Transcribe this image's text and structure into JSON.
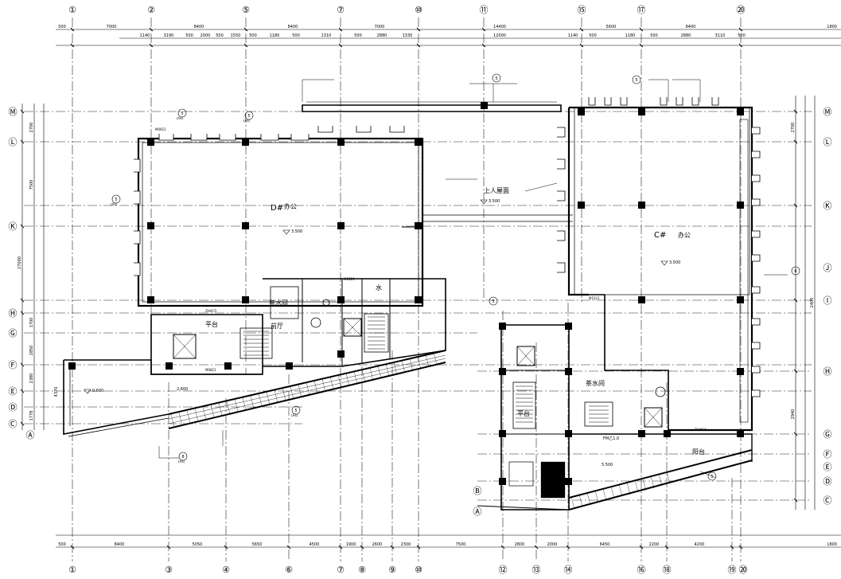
{
  "drawing": {
    "column_axes_top": [
      "①",
      "②",
      "⑤",
      "⑦",
      "⑩",
      "⑪",
      "⑮",
      "⑰",
      "⑳"
    ],
    "column_axes_bottom": [
      "①",
      "③",
      "④",
      "⑥",
      "⑦",
      "⑧",
      "⑨",
      "⑩",
      "⑫",
      "⑬",
      "⑭",
      "⑯",
      "⑱",
      "⑲",
      "⑳"
    ],
    "row_axes_left": [
      "Ⓜ",
      "Ⓛ",
      "Ⓚ",
      "Ⓗ",
      "Ⓖ",
      "Ⓕ",
      "Ⓔ",
      "Ⓓ",
      "Ⓒ",
      "Ⓐ"
    ],
    "row_axes_right": [
      "Ⓜ",
      "Ⓛ",
      "Ⓚ",
      "Ⓙ",
      "Ⓘ",
      "Ⓗ",
      "Ⓖ",
      "Ⓕ",
      "Ⓔ",
      "Ⓓ",
      "Ⓒ",
      "Ⓑ",
      "Ⓐ"
    ],
    "top_overall_dims": [
      "500",
      "7000",
      "8400",
      "8400",
      "7000",
      "14400",
      "5600",
      "8400",
      "1800"
    ],
    "top_detail_dims": [
      "1140",
      "3190",
      "500",
      "2000",
      "500",
      "1550",
      "500",
      "1180",
      "500",
      "1310",
      "500",
      "2880",
      "1330",
      "12000",
      "1140",
      "500",
      "1180",
      "500",
      "2880",
      "3110",
      "500"
    ],
    "bottom_dims": [
      "500",
      "8400",
      "5050",
      "5650",
      "4500",
      "1900",
      "2600",
      "2300",
      "7500",
      "2800",
      "2000",
      "6450",
      "2200",
      "4200",
      "1800"
    ],
    "left_dims": [
      "2700",
      "7500",
      "27000",
      "1700",
      "2850",
      "2380",
      "4370",
      "1778"
    ],
    "right_dims": [
      "2700",
      "2400",
      "2940"
    ],
    "rooms": {
      "block_d": "D#",
      "office_d": "办公",
      "roof": "上人屋面",
      "block_c": "C#",
      "office_c": "办公",
      "tea_1": "茶水间",
      "tea_2": "茶水间",
      "landing_1": "平台",
      "landing_2": "平台",
      "reception": "前厅",
      "stair_label": "FM乙1.0",
      "terrace": "阳台",
      "water": "水"
    },
    "elevations": [
      "3.500",
      "3.500",
      "3.500",
      "5.500",
      "0.600",
      "2.600"
    ],
    "callouts": [
      "5",
      "5",
      "5",
      "5",
      "5",
      "8",
      "5",
      "5",
      "5",
      "6"
    ],
    "note_tags": [
      "(A4)",
      "(A4)",
      "(A4)",
      "(A4)",
      "(A4)"
    ],
    "door_tags": [
      "M0921",
      "M1021",
      "M0821",
      "M1521",
      "ZH#C4",
      "ZH#C5"
    ]
  }
}
